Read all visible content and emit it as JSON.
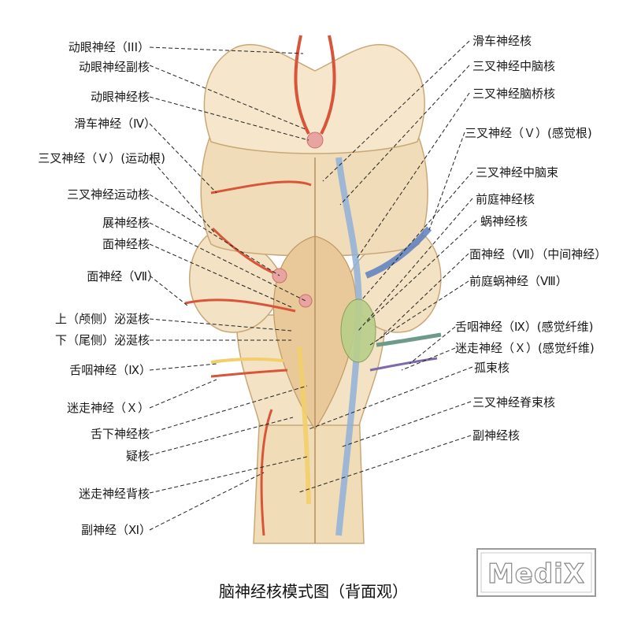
{
  "title": "脑神经核模式图（背面观）",
  "logo": "MediX",
  "labels_left": [
    "动眼神经（III）",
    "动眼神经副核",
    "动眼神经核",
    "滑车神经（Ⅳ）",
    "三叉神经（Ｖ）(运动根)",
    "三叉神经运动核",
    "展神经核",
    "面神经核",
    "面神经（Ⅶ）",
    "上（颅侧）泌涎核",
    "下（尾侧）泌涎核",
    "舌咽神经（Ⅸ）",
    "迷走神经（Ｘ）",
    "舌下神经核",
    "疑核",
    "迷走神经背核",
    "副神经（Ⅺ）"
  ],
  "labels_right": [
    "滑车神经核",
    "三叉神经中脑核",
    "三叉神经脑桥核",
    "三叉神经（Ｖ）(感觉根)",
    "三叉神经中脑束",
    "前庭神经核",
    "蜗神经核",
    "面神经（Ⅶ）（中间神经）",
    "前庭蜗神经（Ⅷ）",
    "舌咽神经（Ⅸ）(感觉纤维)",
    "迷走神经（Ｘ）(感觉纤维)",
    "孤束核",
    "三叉神经脊束核",
    "副神经核"
  ],
  "colors": {
    "tissue": "#f3e2c4",
    "tissue_shade": "#d9bf95",
    "motor_nerve": "#d8553a",
    "sensory_nucleus": "#8fb0d8",
    "special_sensory": "#b9cf8a",
    "autonomic": "#f2cf6a"
  }
}
